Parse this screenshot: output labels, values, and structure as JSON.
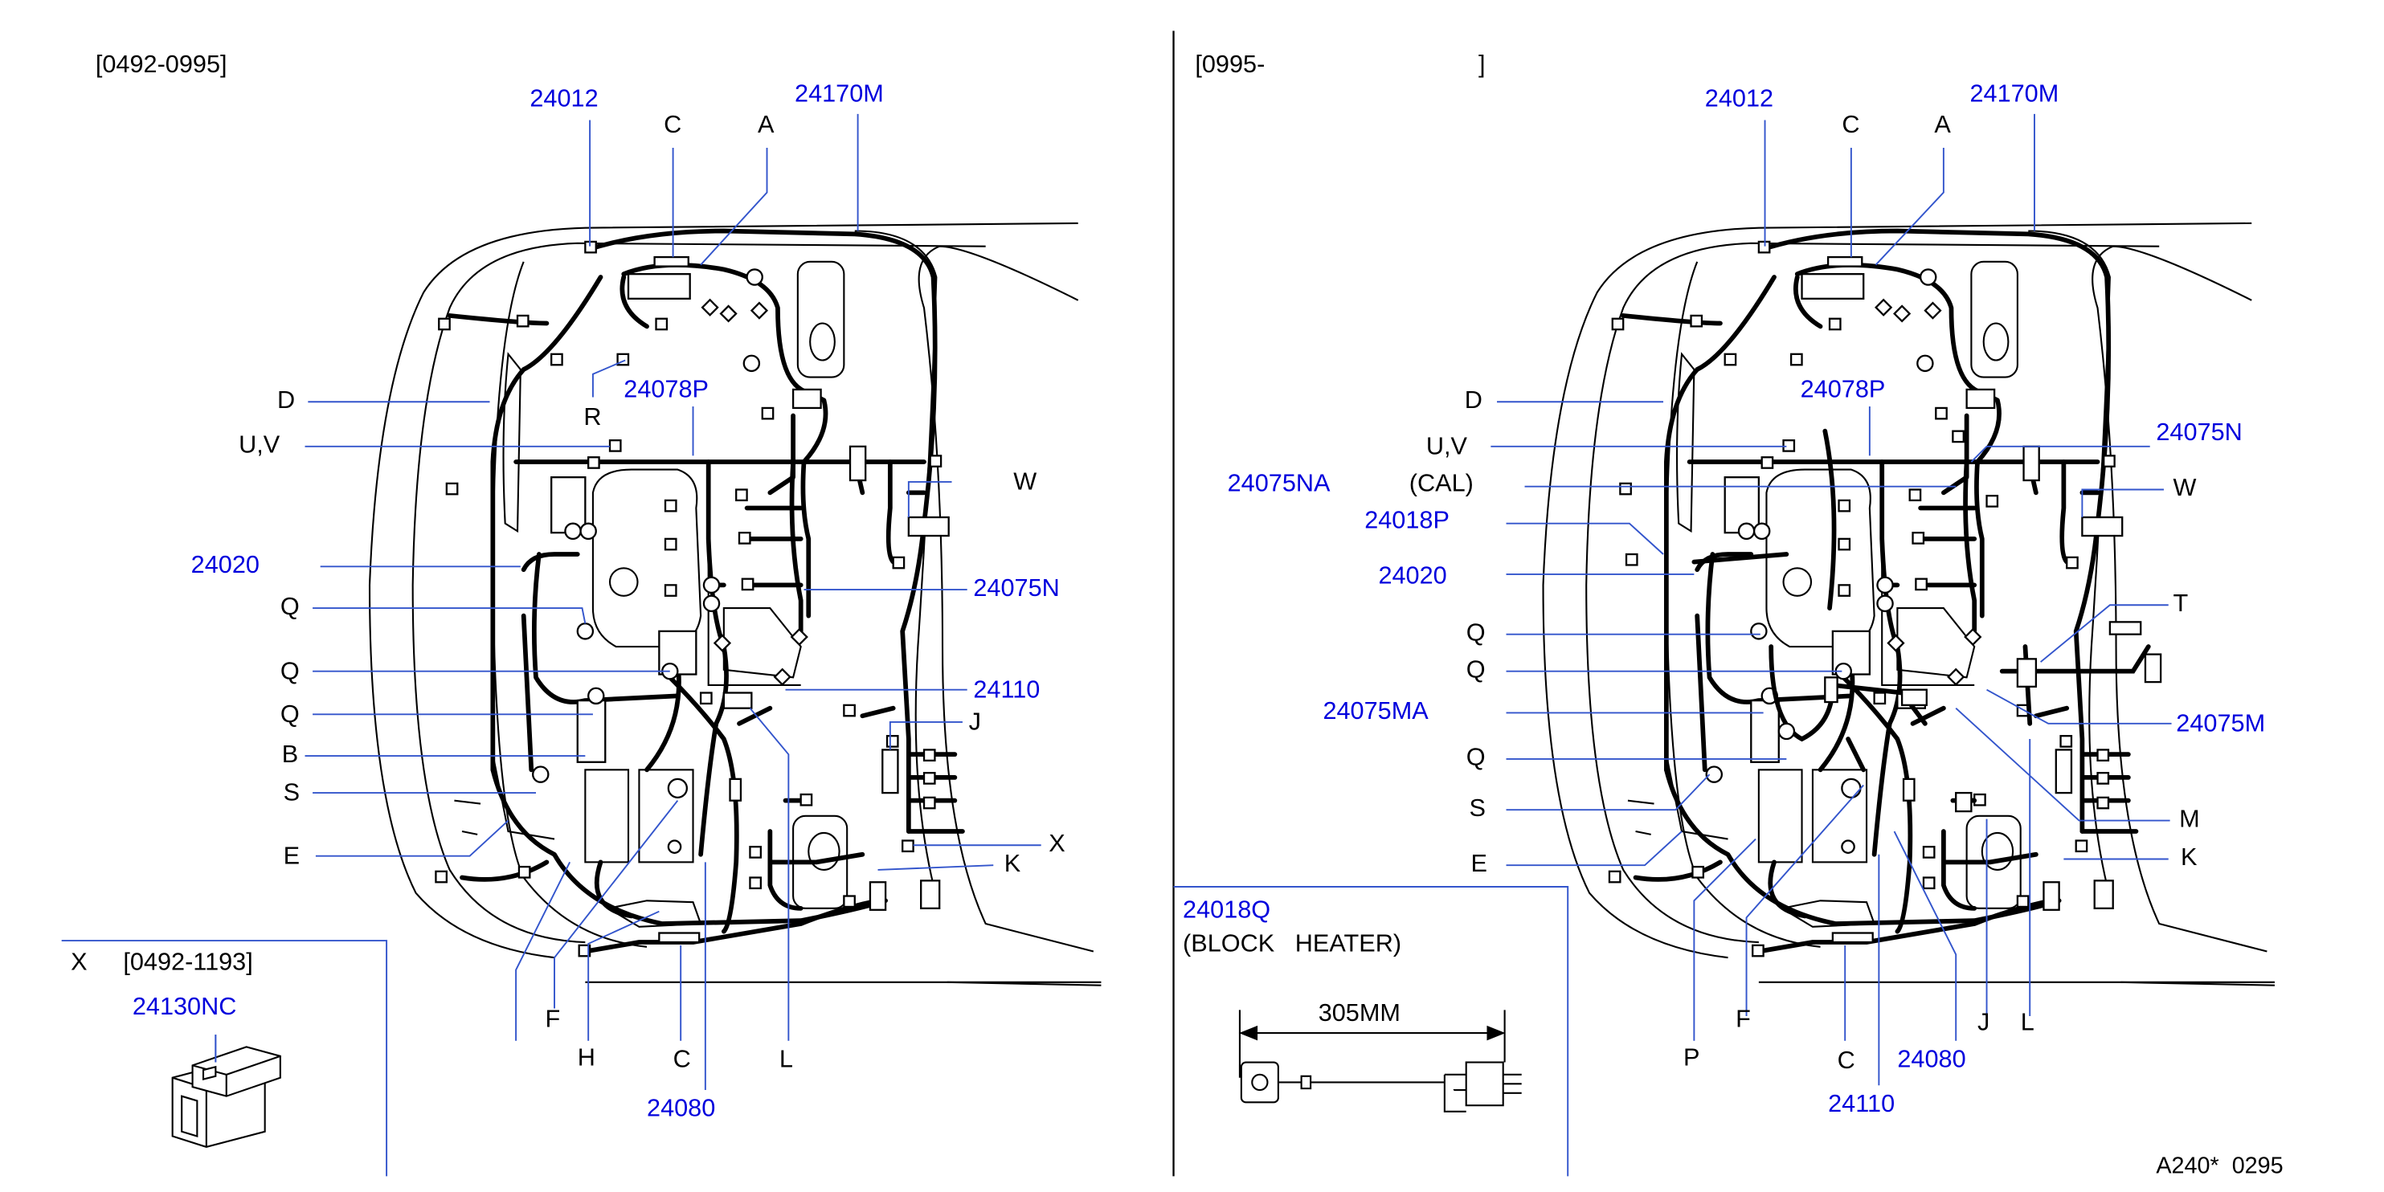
{
  "left_panel": {
    "range_label": "[0492-0995]",
    "callouts": {
      "p24012": "24012",
      "c_top": "C",
      "a_top": "A",
      "p24170m": "24170M",
      "d": "D",
      "r": "R",
      "p24078p": "24078P",
      "uv": "U,V",
      "w": "W",
      "p24020": "24020",
      "p24075n": "24075N",
      "q1": "Q",
      "q2": "Q",
      "q3": "Q",
      "p24110": "24110",
      "b": "B",
      "j": "J",
      "s": "S",
      "e": "E",
      "x": "X",
      "k": "K",
      "f": "F",
      "h": "H",
      "c_bottom": "C",
      "l": "L",
      "p24080": "24080"
    },
    "inset": {
      "label": "X",
      "range": "[0492-1193]",
      "part": "24130NC"
    }
  },
  "right_panel": {
    "range_label": "[0995-",
    "range_close": "]",
    "callouts": {
      "p24012": "24012",
      "c_top": "C",
      "a_top": "A",
      "p24170m": "24170M",
      "d": "D",
      "p24078p": "24078P",
      "p24075n": "24075N",
      "uv": "U,V",
      "p24075na": "24075NA",
      "cal": "(CAL)",
      "w": "W",
      "p24018p": "24018P",
      "p24020": "24020",
      "t": "T",
      "q1": "Q",
      "q2": "Q",
      "p24075ma": "24075MA",
      "p24075m": "24075M",
      "q3": "Q",
      "s": "S",
      "m": "M",
      "e": "E",
      "k": "K",
      "p": "P",
      "f": "F",
      "c_bottom": "C",
      "p24080": "24080",
      "j": "J",
      "l": "L",
      "p24110": "24110"
    },
    "block_heater": {
      "part": "24018Q",
      "name": "(BLOCK   HEATER)",
      "dimension": "305MM"
    }
  },
  "footer": {
    "code": "A240*  0295"
  },
  "colors": {
    "part_number": "#0000dd",
    "letter": "#000000",
    "leader_line": "#3355cc",
    "harness": "#000000"
  }
}
